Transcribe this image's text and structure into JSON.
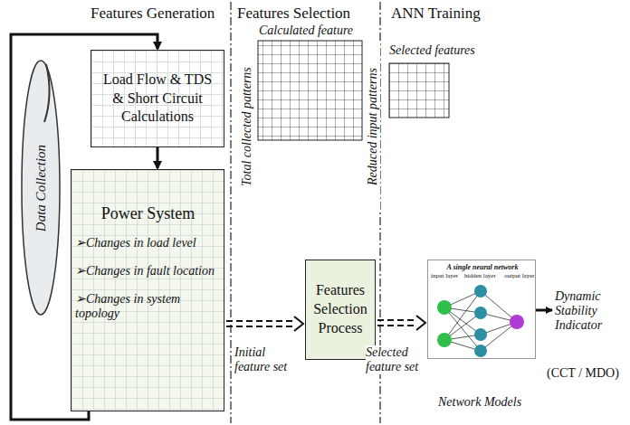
{
  "diagram": {
    "nodes": [
      {
        "text": [
          "Load Flow & TDS & Short Circuit Calculations"
        ]
      },
      {
        "text": [
          "Data Collection"
        ]
      },
      {
        "text": [
          "Power System",
          "➢Changes in load level",
          "➢Changes in fault location",
          "➢Changes in system topology"
        ]
      },
      {
        "text": [
          "Features Selection Process"
        ]
      },
      {
        "text": [
          "A single neural network",
          "input layer",
          "hidden layer",
          "output layer"
        ]
      }
    ],
    "edges": [
      {
        "from": 0,
        "to": 2,
        "arrow": "to"
      },
      {
        "from": 2,
        "to": 0,
        "arrow": "to"
      },
      {
        "from": 2,
        "to": 3,
        "arrow": "to"
      },
      {
        "from": 3,
        "to": 4,
        "arrow": "to"
      }
    ],
    "labels": [
      "Features Generation",
      "Features Selection",
      "ANN Training",
      "Calculated feature",
      "Total collected patterns",
      "Reduced input patterns",
      "Selected features",
      "Initial feature set",
      "Selected feature set",
      "Network Models",
      "Dynamic Stability Indicator",
      "(CCT / MDO)"
    ]
  }
}
